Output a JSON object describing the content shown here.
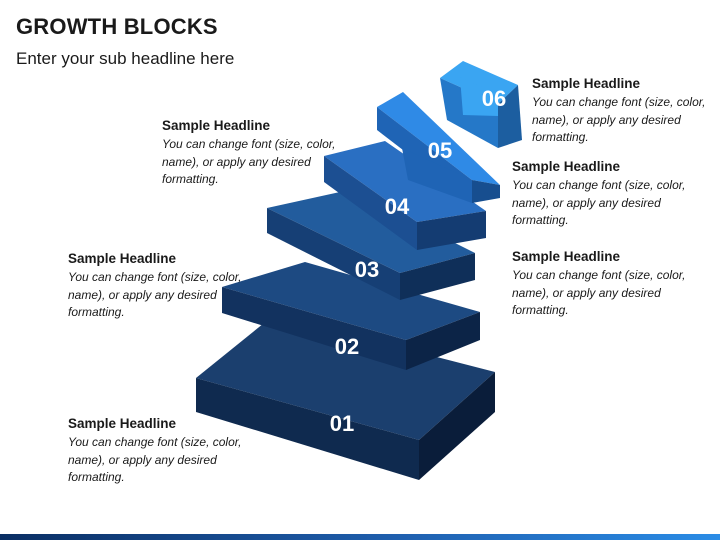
{
  "title": "GROWTH BLOCKS",
  "subtitle": "Enter your sub headline here",
  "blocks": [
    {
      "label": "01",
      "top": "#1b3f6e",
      "left": "#0f2a4f",
      "right": "#0a1d3a"
    },
    {
      "label": "02",
      "top": "#1d4a82",
      "left": "#12325f",
      "right": "#0c2447"
    },
    {
      "label": "03",
      "top": "#225c9d",
      "left": "#163f75",
      "right": "#0f2f59"
    },
    {
      "label": "04",
      "top": "#2a6fc2",
      "left": "#1c4f92",
      "right": "#143c72"
    },
    {
      "label": "05",
      "top": "#2f8ae6",
      "left": "#1f64b5",
      "right": "#174e8f"
    },
    {
      "label": "06",
      "top": "#3aa5f2",
      "left": "#2578c8",
      "right": "#1c5ea0"
    }
  ],
  "callouts": [
    {
      "headline": "Sample Headline",
      "text": "You can change font (size, color, name), or apply any desired formatting."
    },
    {
      "headline": "Sample Headline",
      "text": "You can change font (size, color, name), or apply any desired formatting."
    },
    {
      "headline": "Sample Headline",
      "text": "You can change font (size, color, name), or apply any desired formatting."
    },
    {
      "headline": "Sample Headline",
      "text": "You can change font (size, color, name), or apply any desired formatting."
    },
    {
      "headline": "Sample Headline",
      "text": "You can change font (size, color, name), or apply any desired formatting."
    },
    {
      "headline": "Sample Headline",
      "text": "You can change font (size, color, name), or apply any desired formatting."
    }
  ]
}
